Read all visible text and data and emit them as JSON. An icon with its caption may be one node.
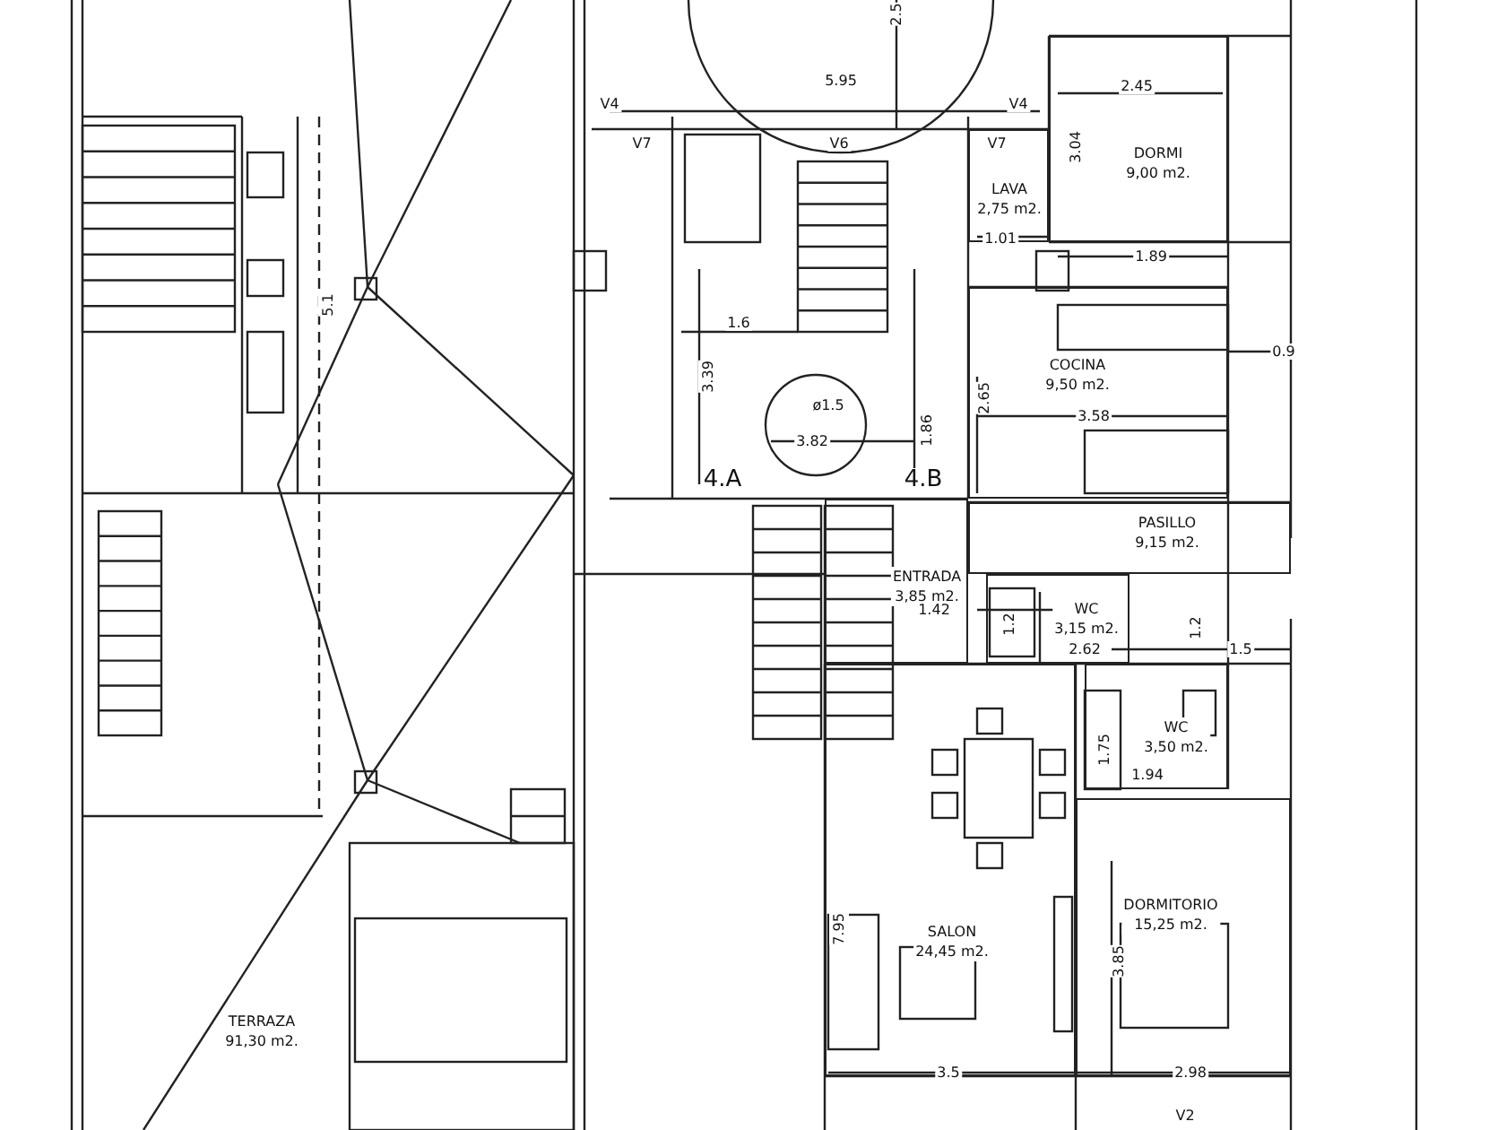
{
  "diagram": {
    "nodes": [
      {
        "text": [
          "DORMI",
          "9,00 m2."
        ]
      },
      {
        "text": [
          "LAVA",
          "2,75 m2."
        ]
      },
      {
        "text": [
          "COCINA",
          "9,50 m2."
        ]
      },
      {
        "text": [
          "PASILLO",
          "9,15 m2."
        ]
      },
      {
        "text": [
          "ENTRADA",
          "3,85 m2."
        ]
      },
      {
        "text": [
          "WC",
          "3,15 m2."
        ]
      },
      {
        "text": [
          "WC",
          "3,50 m2."
        ]
      },
      {
        "text": [
          "SALON",
          "24,45 m2."
        ]
      },
      {
        "text": [
          "DORMITORIO",
          "15,25 m2."
        ]
      },
      {
        "text": [
          "TERRAZA",
          "91,30 m2."
        ]
      }
    ],
    "edges": [],
    "labels": [
      "V4",
      "V7",
      "5.95",
      "V6",
      "V7",
      "V4",
      "2.5",
      "2.45",
      "3.04",
      "1.01",
      "1.89",
      "1.6",
      "3.39",
      "ø1.5",
      "3.82",
      "1.86",
      "2.65",
      "3.58",
      "0.9",
      "4.A",
      "4.B",
      "1.42",
      "1.2",
      "2.62",
      "1.2",
      "1.5",
      "1.75",
      "1.94",
      "7.95",
      "3.85",
      "3.5",
      "2.98",
      "V2",
      "5.1"
    ]
  }
}
